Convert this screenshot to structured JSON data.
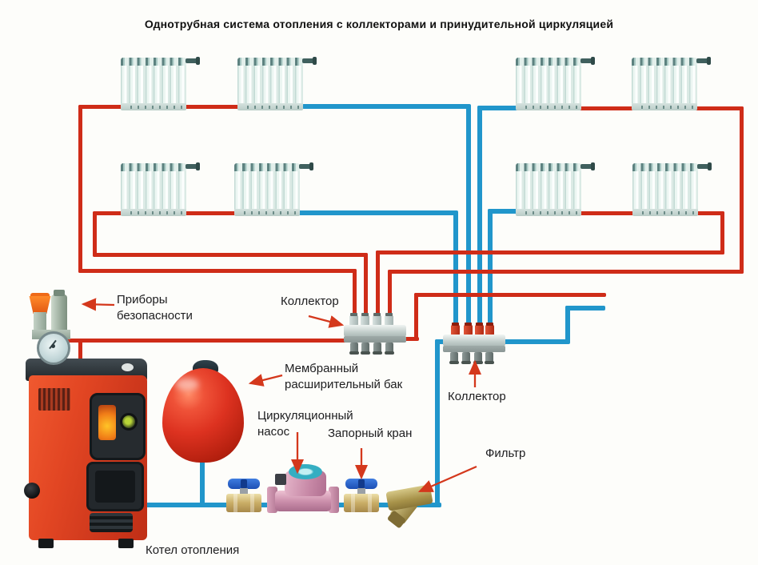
{
  "title": "Однотрубная система отопления с коллекторами и принудительной циркуляцией",
  "colors": {
    "supply": "#cf2c18",
    "return": "#2196cb",
    "arrow": "#d4381c",
    "background": "#fdfdfa",
    "text": "#1d1d1f"
  },
  "labels": {
    "safety_devices": "Приборы безопасности",
    "collector_supply": "Коллектор",
    "collector_return": "Коллектор",
    "expansion_tank": "Мембранный расширительный бак",
    "circulation_pump": "Циркуляционный насос",
    "shutoff_valve": "Запорный кран",
    "filter": "Фильтр",
    "boiler": "Котел отопления"
  }
}
